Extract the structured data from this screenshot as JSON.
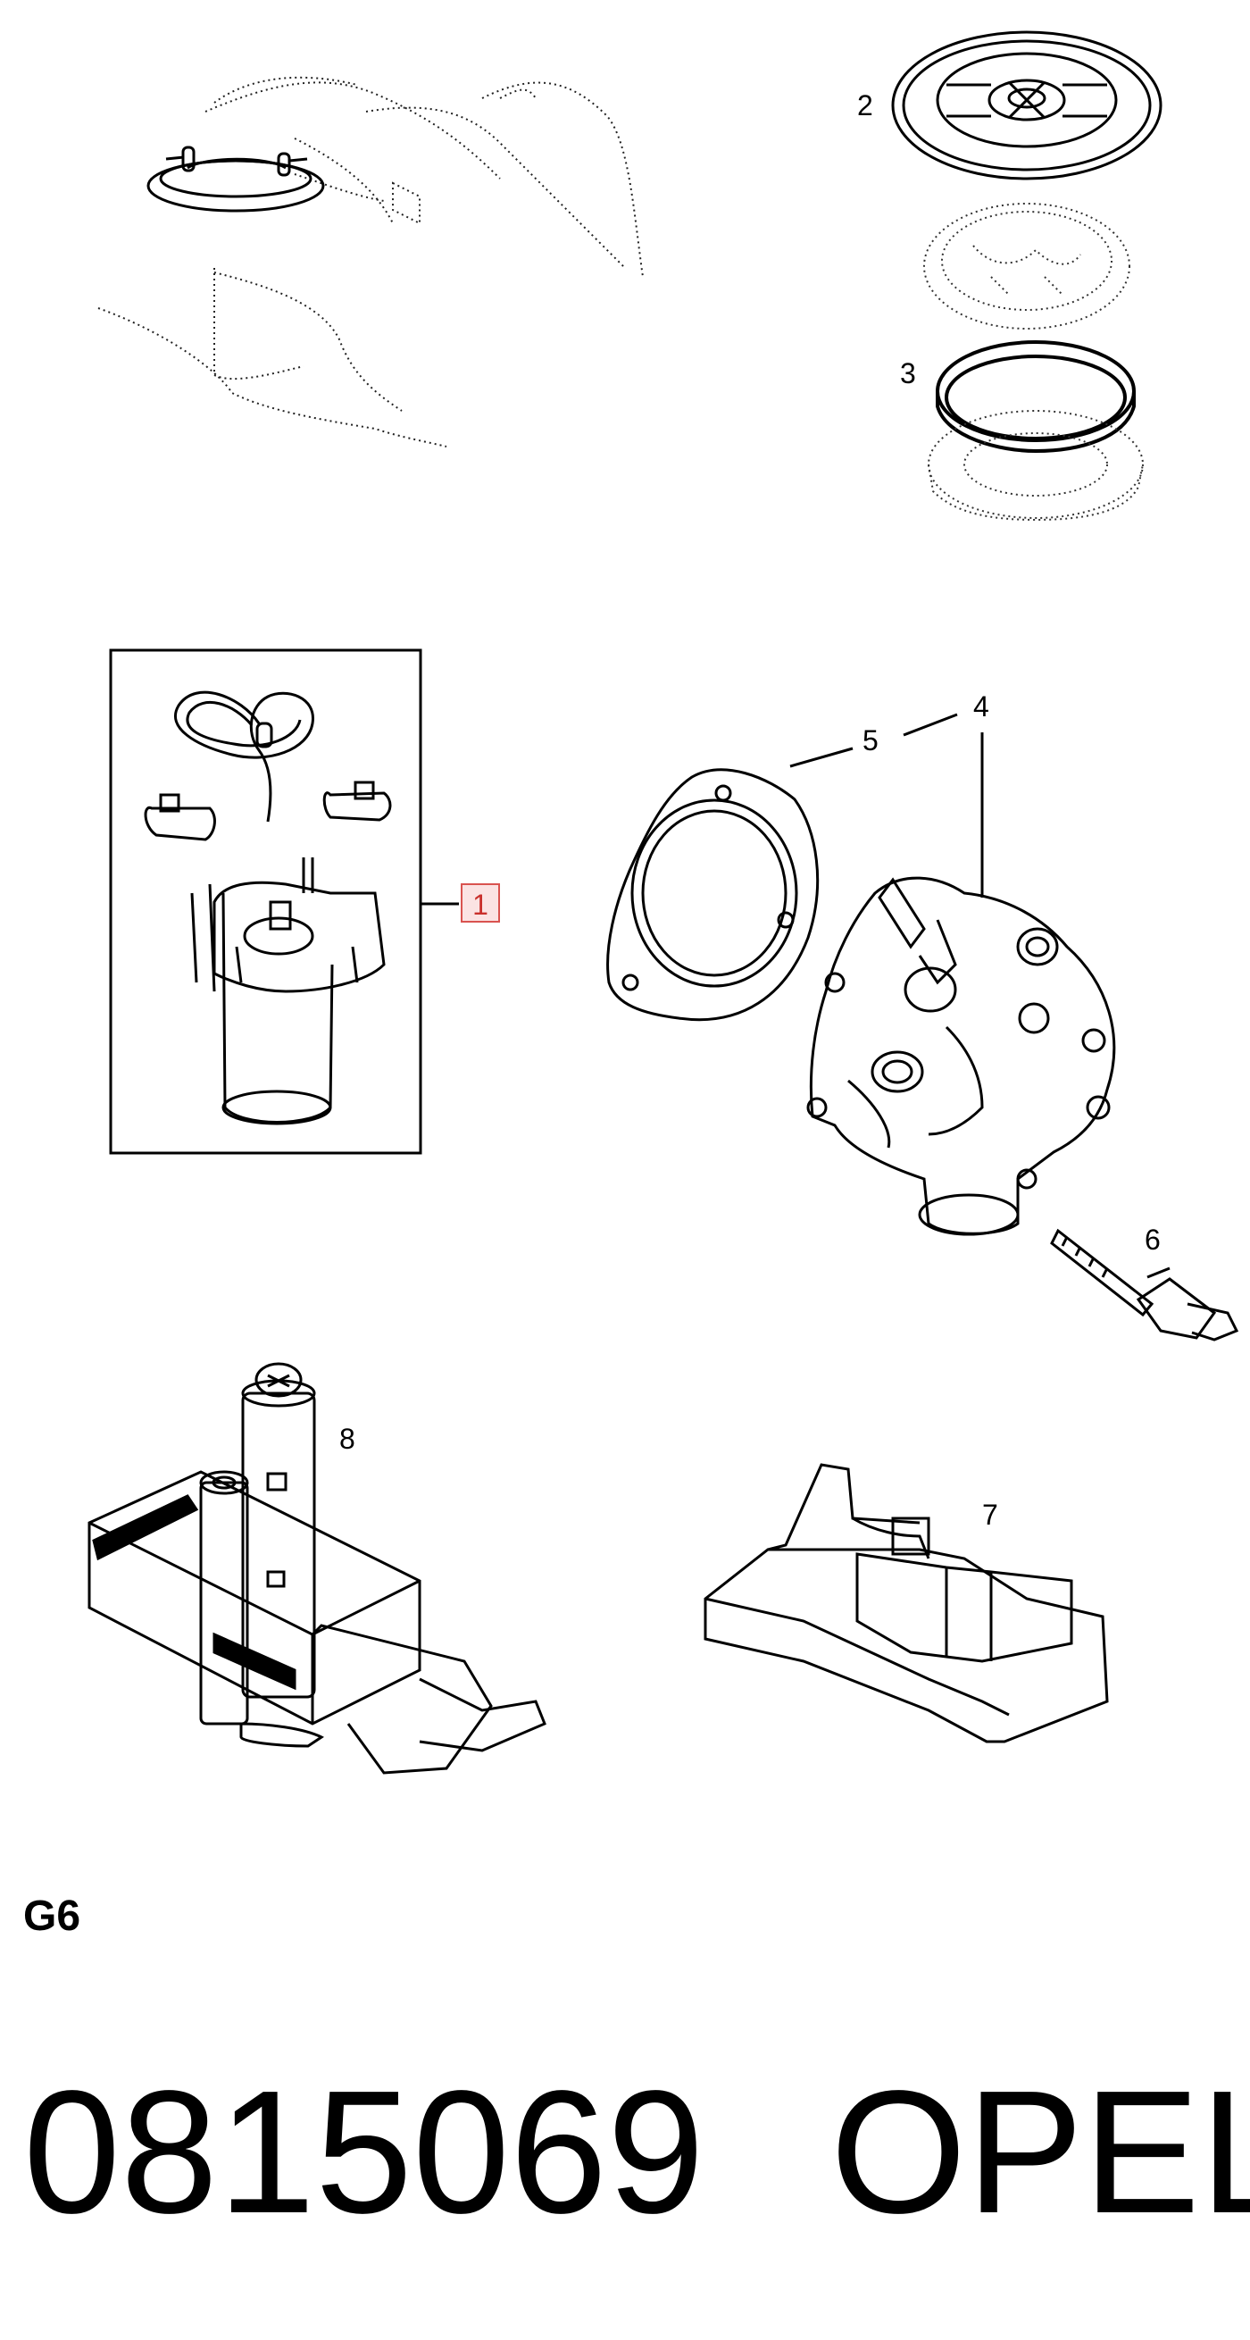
{
  "callouts": {
    "c1": "1",
    "c2": "2",
    "c3": "3",
    "c4": "4",
    "c5": "5",
    "c6": "6",
    "c7": "7",
    "c8": "8"
  },
  "footer": {
    "section_code": "G6",
    "part_number": "0815069",
    "brand": "OPEL"
  },
  "colors": {
    "line": "#000000",
    "highlight_border": "#d9534f",
    "highlight_fill": "#fbe3e3"
  }
}
